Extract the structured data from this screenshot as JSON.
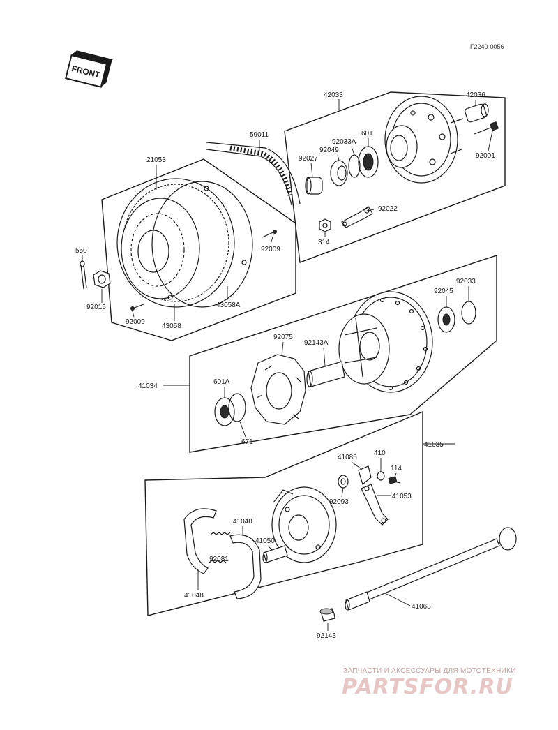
{
  "drawing_id": "F2240-0056",
  "front_label": "FRONT",
  "watermark": {
    "caption": "ЗАПЧАСТИ И АКСЕССУАРЫ ДЛЯ МОТОТЕХНИКИ",
    "logo": "PARTSFOR.RU"
  },
  "part_numbers": {
    "p42033": "42033",
    "p42036": "42036",
    "p92001": "92001",
    "p601": "601",
    "p92033A": "92033A",
    "p92049": "92049",
    "p92027": "92027",
    "p92022": "92022",
    "p314": "314",
    "p59011": "59011",
    "p21053": "21053",
    "p550": "550",
    "p92009a": "92009",
    "p92015": "92015",
    "p92009b": "92009",
    "p43058": "43058",
    "p43058A": "43058A",
    "p92033": "92033",
    "p92045": "92045",
    "p92075": "92075",
    "p92143A": "92143A",
    "p41034": "41034",
    "p601A": "601A",
    "p671": "671",
    "p41035": "41035",
    "p41085": "41085",
    "p410": "410",
    "p114": "114",
    "p92093": "92093",
    "p41053": "41053",
    "p41048a": "41048",
    "p41050": "41050",
    "p92081": "92081",
    "p41048b": "41048",
    "p41068": "41068",
    "p92143": "92143"
  }
}
